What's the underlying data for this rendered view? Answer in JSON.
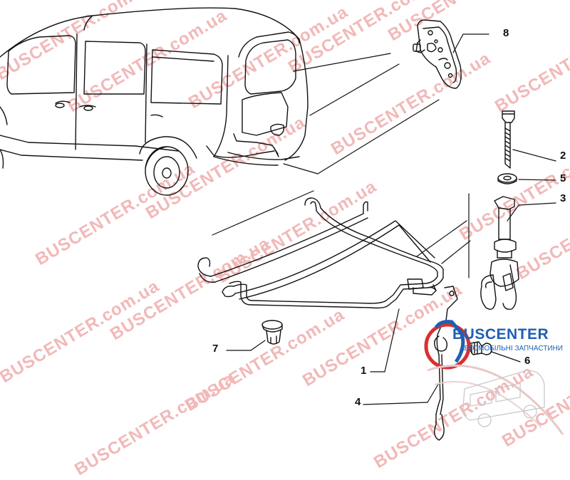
{
  "callouts": [
    {
      "id": "1",
      "label": "1"
    },
    {
      "id": "2",
      "label": "2"
    },
    {
      "id": "3",
      "label": "3"
    },
    {
      "id": "4",
      "label": "4"
    },
    {
      "id": "5",
      "label": "5"
    },
    {
      "id": "6",
      "label": "6"
    },
    {
      "id": "7",
      "label": "7"
    },
    {
      "id": "8",
      "label": "8"
    }
  ],
  "watermark": {
    "text": "BUSCENTER.com.ua",
    "color": "#f2b8b8"
  },
  "logo": {
    "brand": "BUSCENTER",
    "tagline": "АВТОМОБІЛЬНІ ЗАПЧАСТИНИ",
    "accent_color": "#d93030",
    "brand_color": "#1f5fb3"
  },
  "colors": {
    "line": "#111111",
    "background": "#ffffff"
  }
}
